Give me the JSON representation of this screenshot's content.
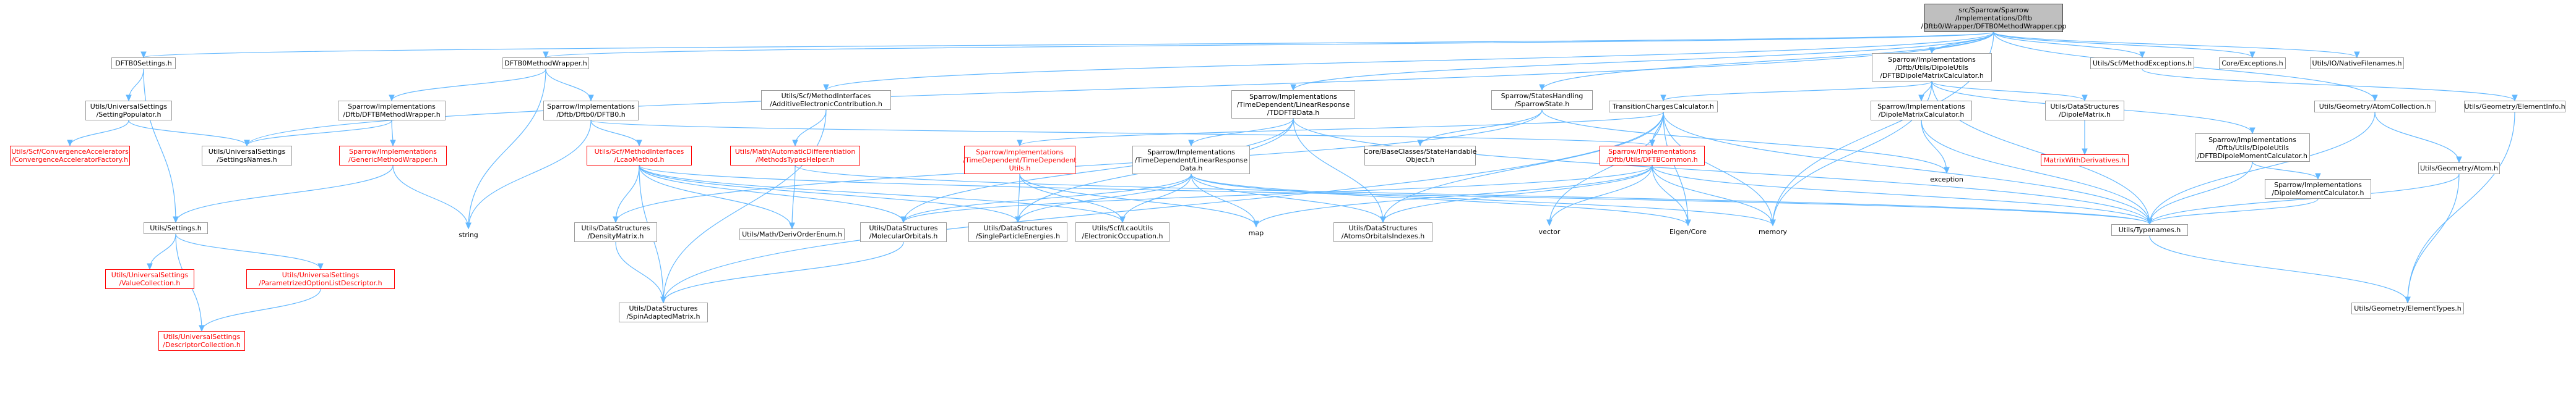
{
  "graph": {
    "nodes": [
      {
        "id": "root",
        "lines": [
          "src/Sparrow/Sparrow",
          "/Implementations/Dftb",
          "/Dftb0/Wrapper/DFTB0MethodWrapper.cpp"
        ],
        "style": "root",
        "name": "node-root-dftb0methodwrapper-cpp"
      },
      {
        "id": "n1",
        "lines": [
          "DFTB0Settings.h"
        ],
        "style": "normal",
        "name": "node-dftb0settings-h"
      },
      {
        "id": "n2",
        "lines": [
          "DFTB0MethodWrapper.h"
        ],
        "style": "normal",
        "name": "node-dftb0methodwrapper-h"
      },
      {
        "id": "n3",
        "lines": [
          "Utils/Scf/MethodInterfaces",
          "/AdditiveElectronicContribution.h"
        ],
        "style": "normal",
        "name": "node-additiveelectroniccontribution-h"
      },
      {
        "id": "n4",
        "lines": [
          "Sparrow/Implementations",
          "/TimeDependent/LinearResponse",
          "/TDDFTBData.h"
        ],
        "style": "normal",
        "name": "node-tddftbdata-h"
      },
      {
        "id": "n5",
        "lines": [
          "Sparrow/StatesHandling",
          "/SparrowState.h"
        ],
        "style": "normal",
        "name": "node-sparrowstate-h"
      },
      {
        "id": "n6",
        "lines": [
          "Sparrow/Implementations",
          "/Dftb/Utils/DipoleUtils",
          "/DFTBDipoleMatrixCalculator.h"
        ],
        "style": "normal",
        "name": "node-dftbdipolematrixcalculator-h"
      },
      {
        "id": "n7",
        "lines": [
          "Utils/Scf/MethodExceptions.h"
        ],
        "style": "normal",
        "name": "node-methodexceptions-h"
      },
      {
        "id": "n8",
        "lines": [
          "Core/Exceptions.h"
        ],
        "style": "normal",
        "name": "node-core-exceptions-h"
      },
      {
        "id": "n9",
        "lines": [
          "Utils/IO/NativeFilenames.h"
        ],
        "style": "normal",
        "name": "node-nativefilenames-h"
      },
      {
        "id": "n10",
        "lines": [
          "Utils/UniversalSettings",
          "/SettingPopulator.h"
        ],
        "style": "normal",
        "name": "node-settingpopulator-h"
      },
      {
        "id": "n11",
        "lines": [
          "Sparrow/Implementations",
          "/Dftb/DFTBMethodWrapper.h"
        ],
        "style": "normal",
        "name": "node-dftbmethodwrapper-h"
      },
      {
        "id": "n12",
        "lines": [
          "Sparrow/Implementations",
          "/Dftb/Dftb0/DFTB0.h"
        ],
        "style": "normal",
        "name": "node-dftb0-h"
      },
      {
        "id": "n13",
        "lines": [
          "TransitionChargesCalculator.h"
        ],
        "style": "normal",
        "name": "node-transitionchargescalculator-h"
      },
      {
        "id": "n14",
        "lines": [
          "Sparrow/Implementations",
          "/DipoleMatrixCalculator.h"
        ],
        "style": "normal",
        "name": "node-dipolematrixcalculator-h"
      },
      {
        "id": "n15",
        "lines": [
          "Utils/DataStructures",
          "/DipoleMatrix.h"
        ],
        "style": "normal",
        "name": "node-dipolematrix-h"
      },
      {
        "id": "n16",
        "lines": [
          "Sparrow/Implementations",
          "/Dftb/Utils/DipoleUtils",
          "/DFTBDipoleMomentCalculator.h"
        ],
        "style": "normal",
        "name": "node-dftbdipolemomentcalculator-h"
      },
      {
        "id": "n17",
        "lines": [
          "Utils/Geometry/AtomCollection.h"
        ],
        "style": "normal",
        "name": "node-atomcollection-h"
      },
      {
        "id": "n18",
        "lines": [
          "Utils/Geometry/ElementInfo.h"
        ],
        "style": "normal",
        "name": "node-elementinfo-h"
      },
      {
        "id": "n19",
        "lines": [
          "Utils/Scf/ConvergenceAccelerators",
          "/ConvergenceAcceleratorFactory.h"
        ],
        "style": "red",
        "name": "node-convergenceacceleratorfactory-h"
      },
      {
        "id": "n20",
        "lines": [
          "Utils/UniversalSettings",
          "/SettingsNames.h"
        ],
        "style": "normal",
        "name": "node-settingsnames-h"
      },
      {
        "id": "n21",
        "lines": [
          "Sparrow/Implementations",
          "/GenericMethodWrapper.h"
        ],
        "style": "red",
        "name": "node-genericmethodwrapper-h"
      },
      {
        "id": "n22",
        "lines": [
          "Utils/Scf/MethodInterfaces",
          "/LcaoMethod.h"
        ],
        "style": "red",
        "name": "node-lcaomethod-h"
      },
      {
        "id": "n23",
        "lines": [
          "Utils/Math/AutomaticDifferentiation",
          "/MethodsTypesHelper.h"
        ],
        "style": "red",
        "name": "node-methodstypeshelper-h"
      },
      {
        "id": "n24",
        "lines": [
          "Core/BaseClasses/StateHandable",
          "Object.h"
        ],
        "style": "normal",
        "name": "node-statehandableobject-h"
      },
      {
        "id": "n25",
        "lines": [
          "Sparrow/Implementations",
          "/TimeDependent/TimeDependent",
          "Utils.h"
        ],
        "style": "red",
        "name": "node-timedependentutils-h"
      },
      {
        "id": "n26",
        "lines": [
          "Sparrow/Implementations",
          "/TimeDependent/LinearResponse",
          "Data.h"
        ],
        "style": "normal",
        "name": "node-linearresponsedata-h"
      },
      {
        "id": "n27",
        "lines": [
          "Sparrow/Implementations",
          "/Dftb/Utils/DFTBCommon.h"
        ],
        "style": "red",
        "name": "node-dftbcommon-h"
      },
      {
        "id": "n28",
        "lines": [
          "exception"
        ],
        "style": "ellipse",
        "name": "node-exception"
      },
      {
        "id": "n29",
        "lines": [
          "MatrixWithDerivatives.h"
        ],
        "style": "red",
        "name": "node-matrixwithderivatives-h"
      },
      {
        "id": "n30",
        "lines": [
          "Sparrow/Implementations",
          "/DipoleMomentCalculator.h"
        ],
        "style": "normal",
        "name": "node-dipolemomentcalculator-h"
      },
      {
        "id": "n31",
        "lines": [
          "Utils/Geometry/Atom.h"
        ],
        "style": "normal",
        "name": "node-atom-h"
      },
      {
        "id": "n32",
        "lines": [
          "Utils/Settings.h"
        ],
        "style": "normal",
        "name": "node-settings-h"
      },
      {
        "id": "n33",
        "lines": [
          "string"
        ],
        "style": "ellipse",
        "name": "node-string"
      },
      {
        "id": "n34",
        "lines": [
          "Utils/DataStructures",
          "/DensityMatrix.h"
        ],
        "style": "normal",
        "name": "node-densitymatrix-h"
      },
      {
        "id": "n35",
        "lines": [
          "Utils/Math/DerivOrderEnum.h"
        ],
        "style": "normal",
        "name": "node-derivorderenum-h"
      },
      {
        "id": "n36",
        "lines": [
          "Utils/DataStructures",
          "/MolecularOrbitals.h"
        ],
        "style": "normal",
        "name": "node-molecularorbitals-h"
      },
      {
        "id": "n37",
        "lines": [
          "Utils/DataStructures",
          "/SingleParticleEnergies.h"
        ],
        "style": "normal",
        "name": "node-singleparticleenergies-h"
      },
      {
        "id": "n38",
        "lines": [
          "Utils/Scf/LcaoUtils",
          "/ElectronicOccupation.h"
        ],
        "style": "normal",
        "name": "node-electronicoccupation-h"
      },
      {
        "id": "n39",
        "lines": [
          "map"
        ],
        "style": "ellipse",
        "name": "node-map"
      },
      {
        "id": "n40",
        "lines": [
          "Utils/DataStructures",
          "/AtomsOrbitalsIndexes.h"
        ],
        "style": "normal",
        "name": "node-atomsorbitalsindexes-h"
      },
      {
        "id": "n41",
        "lines": [
          "vector"
        ],
        "style": "ellipse",
        "name": "node-vector"
      },
      {
        "id": "n42",
        "lines": [
          "Eigen/Core"
        ],
        "style": "ellipse",
        "name": "node-eigen-core"
      },
      {
        "id": "n43",
        "lines": [
          "memory"
        ],
        "style": "ellipse",
        "name": "node-memory"
      },
      {
        "id": "n44",
        "lines": [
          "Utils/Typenames.h"
        ],
        "style": "normal",
        "name": "node-typenames-h"
      },
      {
        "id": "n45",
        "lines": [
          "Utils/UniversalSettings",
          "/ValueCollection.h"
        ],
        "style": "red",
        "name": "node-valuecollection-h"
      },
      {
        "id": "n46",
        "lines": [
          "Utils/UniversalSettings",
          "/ParametrizedOptionListDescriptor.h"
        ],
        "style": "red",
        "name": "node-parametrizedoptionlistdescriptor-h"
      },
      {
        "id": "n47",
        "lines": [
          "Utils/DataStructures",
          "/SpinAdaptedMatrix.h"
        ],
        "style": "normal",
        "name": "node-spinadaptedmatrix-h"
      },
      {
        "id": "n48",
        "lines": [
          "Utils/Geometry/ElementTypes.h"
        ],
        "style": "normal",
        "name": "node-elementtypes-h"
      },
      {
        "id": "n49",
        "lines": [
          "Utils/UniversalSettings",
          "/DescriptorCollection.h"
        ],
        "style": "red",
        "name": "node-descriptorcollection-h"
      }
    ],
    "edges": [
      [
        "root",
        "n1"
      ],
      [
        "root",
        "n2"
      ],
      [
        "root",
        "n3"
      ],
      [
        "root",
        "n4"
      ],
      [
        "root",
        "n5"
      ],
      [
        "root",
        "n6"
      ],
      [
        "root",
        "n7"
      ],
      [
        "root",
        "n8"
      ],
      [
        "root",
        "n9"
      ],
      [
        "root",
        "n20"
      ],
      [
        "root",
        "n43"
      ],
      [
        "root",
        "n17"
      ],
      [
        "n1",
        "n10"
      ],
      [
        "n1",
        "n32"
      ],
      [
        "n2",
        "n11"
      ],
      [
        "n2",
        "n12"
      ],
      [
        "n2",
        "n33"
      ],
      [
        "n3",
        "n23"
      ],
      [
        "n3",
        "n47"
      ],
      [
        "n4",
        "n26"
      ],
      [
        "n4",
        "n36"
      ],
      [
        "n4",
        "n37"
      ],
      [
        "n4",
        "n40"
      ],
      [
        "n4",
        "n44"
      ],
      [
        "n5",
        "n24"
      ],
      [
        "n5",
        "n28"
      ],
      [
        "n5",
        "n34"
      ],
      [
        "n6",
        "n13"
      ],
      [
        "n6",
        "n14"
      ],
      [
        "n6",
        "n15"
      ],
      [
        "n6",
        "n16"
      ],
      [
        "n6",
        "n43"
      ],
      [
        "n6",
        "n44"
      ],
      [
        "n7",
        "n18"
      ],
      [
        "n10",
        "n19"
      ],
      [
        "n10",
        "n20"
      ],
      [
        "n11",
        "n20"
      ],
      [
        "n11",
        "n21"
      ],
      [
        "n12",
        "n22"
      ],
      [
        "n12",
        "n27"
      ],
      [
        "n12",
        "n33"
      ],
      [
        "n13",
        "n25"
      ],
      [
        "n13",
        "n27"
      ],
      [
        "n13",
        "n40"
      ],
      [
        "n13",
        "n41"
      ],
      [
        "n13",
        "n42"
      ],
      [
        "n13",
        "n43"
      ],
      [
        "n13",
        "n44"
      ],
      [
        "n13",
        "n47"
      ],
      [
        "n14",
        "n28"
      ],
      [
        "n14",
        "n44"
      ],
      [
        "n15",
        "n29"
      ],
      [
        "n16",
        "n30"
      ],
      [
        "n16",
        "n44"
      ],
      [
        "n17",
        "n31"
      ],
      [
        "n17",
        "n44"
      ],
      [
        "n18",
        "n48"
      ],
      [
        "n21",
        "n32"
      ],
      [
        "n21",
        "n33"
      ],
      [
        "n22",
        "n34"
      ],
      [
        "n22",
        "n35"
      ],
      [
        "n22",
        "n36"
      ],
      [
        "n22",
        "n37"
      ],
      [
        "n22",
        "n38"
      ],
      [
        "n22",
        "n44"
      ],
      [
        "n22",
        "n47"
      ],
      [
        "n23",
        "n35"
      ],
      [
        "n23",
        "n44"
      ],
      [
        "n25",
        "n37"
      ],
      [
        "n25",
        "n38"
      ],
      [
        "n25",
        "n39"
      ],
      [
        "n26",
        "n36"
      ],
      [
        "n26",
        "n37"
      ],
      [
        "n26",
        "n38"
      ],
      [
        "n26",
        "n39"
      ],
      [
        "n26",
        "n40"
      ],
      [
        "n26",
        "n42"
      ],
      [
        "n26",
        "n43"
      ],
      [
        "n27",
        "n36"
      ],
      [
        "n27",
        "n39"
      ],
      [
        "n27",
        "n40"
      ],
      [
        "n27",
        "n41"
      ],
      [
        "n27",
        "n42"
      ],
      [
        "n27",
        "n43"
      ],
      [
        "n27",
        "n44"
      ],
      [
        "n30",
        "n44"
      ],
      [
        "n31",
        "n44"
      ],
      [
        "n31",
        "n48"
      ],
      [
        "n32",
        "n45"
      ],
      [
        "n32",
        "n46"
      ],
      [
        "n32",
        "n49"
      ],
      [
        "n34",
        "n47"
      ],
      [
        "n36",
        "n47"
      ],
      [
        "n44",
        "n48"
      ],
      [
        "n46",
        "n49"
      ]
    ]
  }
}
